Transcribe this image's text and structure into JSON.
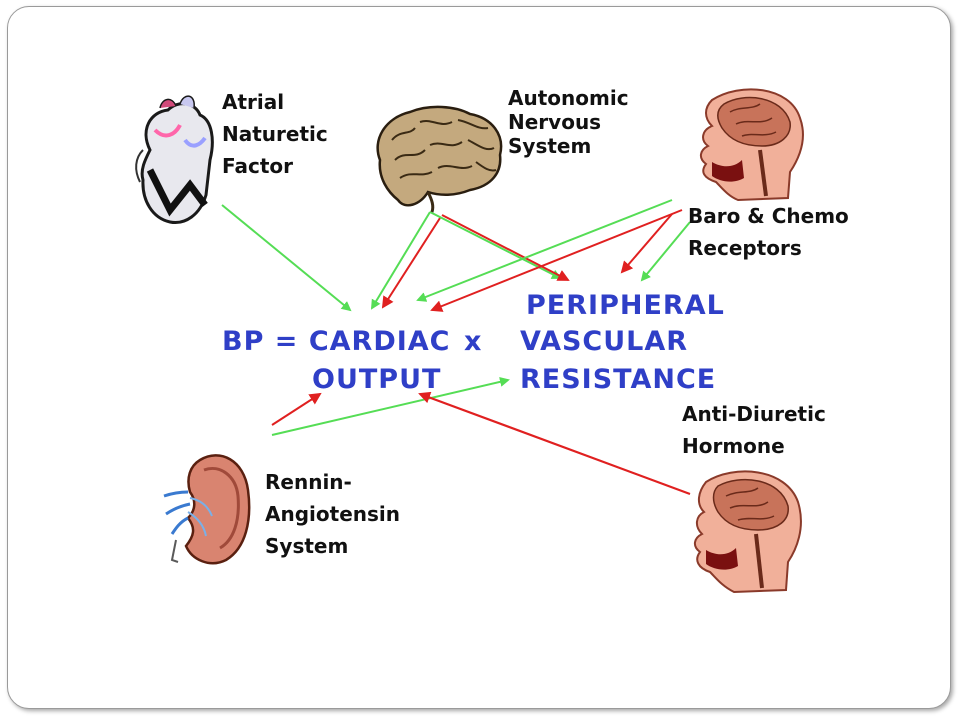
{
  "labels": {
    "anf": [
      "Atrial",
      "Naturetic",
      "Factor"
    ],
    "ans": [
      "Autonomic",
      "Nervous",
      "System"
    ],
    "baro": [
      "Baro & Chemo",
      "Receptors"
    ],
    "adh": [
      "Anti-Diuretic",
      "Hormone"
    ],
    "ras": [
      "Rennin-",
      "Angiotensin",
      "System"
    ]
  },
  "equation": {
    "bp": "BP",
    "equals": "=",
    "cardiac": "CARDIAC",
    "output": "OUTPUT",
    "times": "x",
    "peripheral": "PERIPHERAL",
    "vascular": "VASCULAR",
    "resistance": "RESISTANCE"
  },
  "colors": {
    "equation_text": "#2f3fc7",
    "increase_arrow": "#55dd55",
    "decrease_arrow": "#e02020",
    "frame": "#9a9a9a"
  },
  "icons": [
    "heart-icon",
    "brain-icon",
    "head-sagittal-icon",
    "kidney-icon"
  ]
}
